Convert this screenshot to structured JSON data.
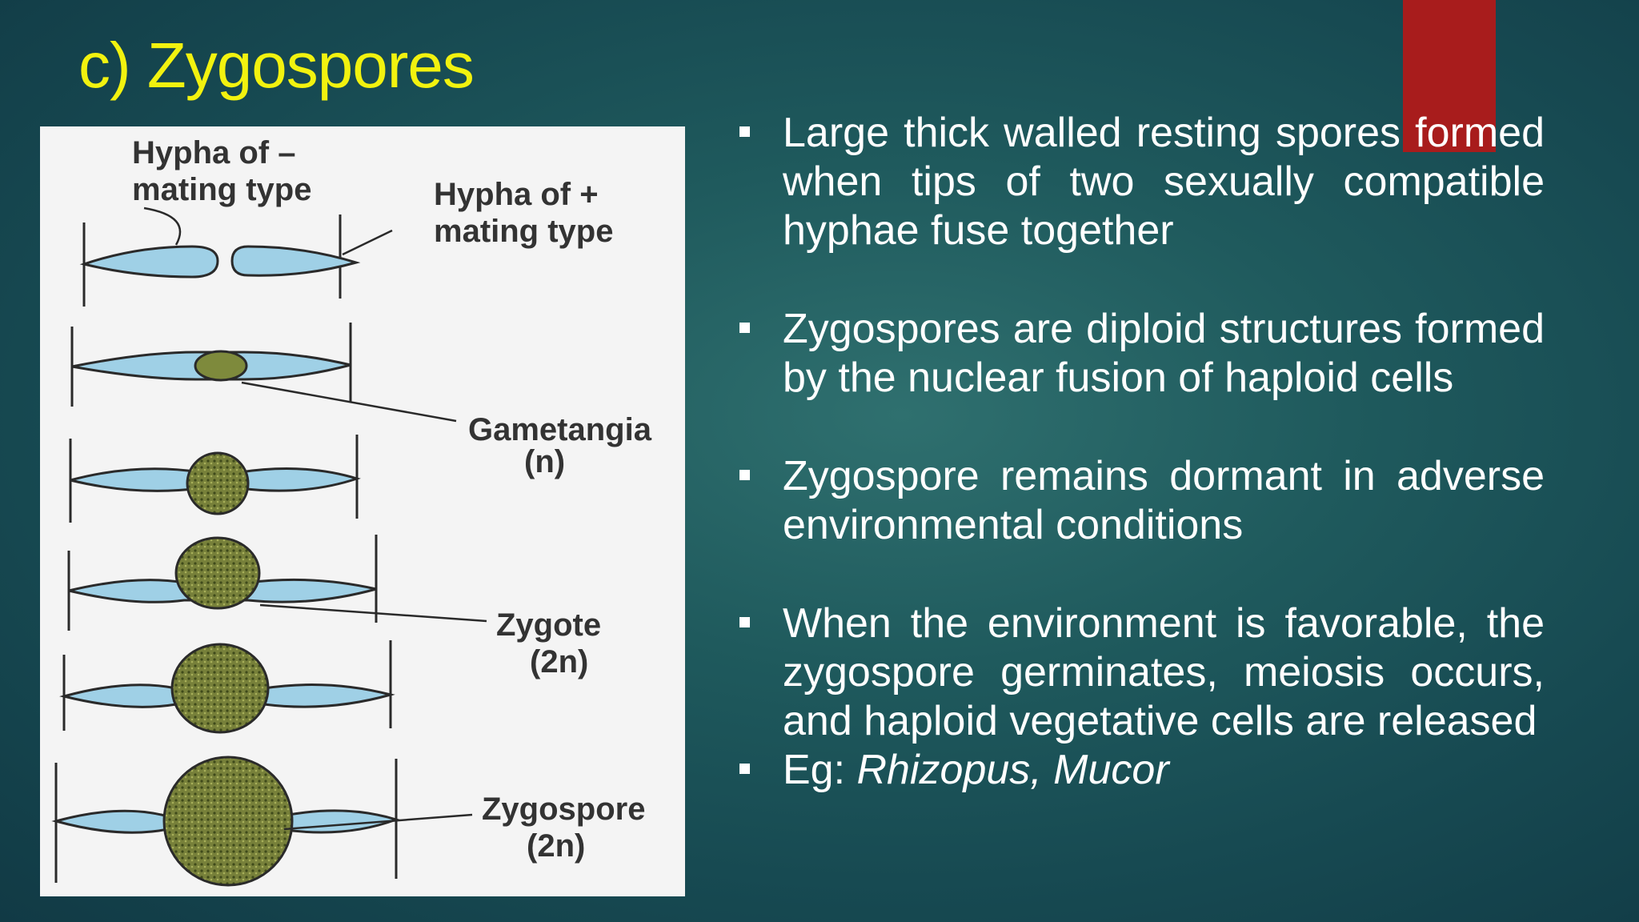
{
  "slide": {
    "title": "c) Zygospores",
    "colors": {
      "title": "#f2f20f",
      "accent": "#a81c1c",
      "text": "#ffffff"
    }
  },
  "figure": {
    "labels": {
      "hypha_minus_1": "Hypha of –",
      "hypha_minus_2": "mating type",
      "hypha_plus_1": "Hypha of +",
      "hypha_plus_2": "mating type",
      "gametangia": "Gametangia",
      "gametangia_ploidy": "(n)",
      "zygote": "Zygote",
      "zygote_ploidy": "(2n)",
      "zygospore": "Zygospore",
      "zygospore_ploidy": "(2n)"
    }
  },
  "bullets": [
    {
      "text": "Large thick walled  resting spores formed when tips of two sexually compatible hyphae fuse together"
    },
    {
      "text": "Zygospores are diploid structures formed by the nuclear fusion of haploid cells"
    },
    {
      "text": "Zygospore remains dormant in adverse environmental conditions"
    },
    {
      "text": "When the environment is favorable, the zygospore germinates, meiosis occurs, and haploid vegetative cells are released"
    },
    {
      "prefix": "Eg: ",
      "italic": "Rhizopus, Mucor"
    }
  ]
}
